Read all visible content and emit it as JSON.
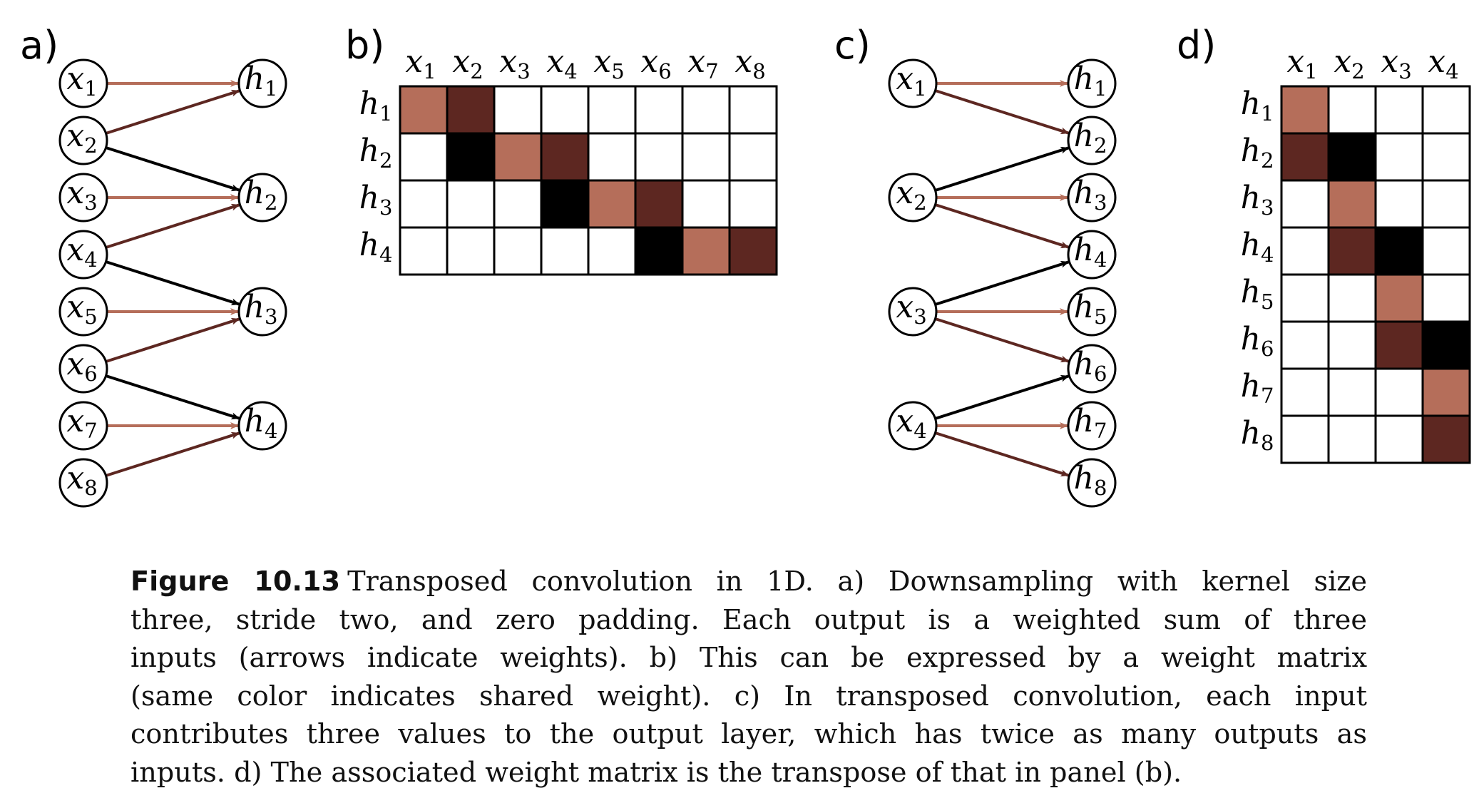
{
  "panels": {
    "a": "a)",
    "b": "b)",
    "c": "c)",
    "d": "d)"
  },
  "colors": {
    "light": "#b56e5a",
    "medium": "#5d2721",
    "dark": "#000000",
    "empty": "#ffffff"
  },
  "panel_a": {
    "inputs": [
      "x1",
      "x2",
      "x3",
      "x4",
      "x5",
      "x6",
      "x7",
      "x8"
    ],
    "outputs": [
      "h1",
      "h2",
      "h3",
      "h4"
    ],
    "edges": [
      {
        "from": 0,
        "to": 0,
        "w": "light"
      },
      {
        "from": 1,
        "to": 0,
        "w": "medium"
      },
      {
        "from": 1,
        "to": 1,
        "w": "dark"
      },
      {
        "from": 2,
        "to": 1,
        "w": "light"
      },
      {
        "from": 3,
        "to": 1,
        "w": "medium"
      },
      {
        "from": 3,
        "to": 2,
        "w": "dark"
      },
      {
        "from": 4,
        "to": 2,
        "w": "light"
      },
      {
        "from": 5,
        "to": 2,
        "w": "medium"
      },
      {
        "from": 5,
        "to": 3,
        "w": "dark"
      },
      {
        "from": 6,
        "to": 3,
        "w": "light"
      },
      {
        "from": 7,
        "to": 3,
        "w": "medium"
      }
    ]
  },
  "panel_b": {
    "cols": [
      "x1",
      "x2",
      "x3",
      "x4",
      "x5",
      "x6",
      "x7",
      "x8"
    ],
    "rows": [
      "h1",
      "h2",
      "h3",
      "h4"
    ],
    "matrix": [
      [
        "light",
        "medium",
        "",
        "",
        "",
        "",
        "",
        ""
      ],
      [
        "",
        "dark",
        "light",
        "medium",
        "",
        "",
        "",
        ""
      ],
      [
        "",
        "",
        "",
        "dark",
        "light",
        "medium",
        "",
        ""
      ],
      [
        "",
        "",
        "",
        "",
        "",
        "dark",
        "light",
        "medium"
      ]
    ]
  },
  "panel_c": {
    "inputs": [
      "x1",
      "x2",
      "x3",
      "x4"
    ],
    "outputs": [
      "h1",
      "h2",
      "h3",
      "h4",
      "h5",
      "h6",
      "h7",
      "h8"
    ],
    "edges": [
      {
        "from": 0,
        "to": 0,
        "w": "light"
      },
      {
        "from": 0,
        "to": 1,
        "w": "medium"
      },
      {
        "from": 1,
        "to": 1,
        "w": "dark"
      },
      {
        "from": 1,
        "to": 2,
        "w": "light"
      },
      {
        "from": 1,
        "to": 3,
        "w": "medium"
      },
      {
        "from": 2,
        "to": 3,
        "w": "dark"
      },
      {
        "from": 2,
        "to": 4,
        "w": "light"
      },
      {
        "from": 2,
        "to": 5,
        "w": "medium"
      },
      {
        "from": 3,
        "to": 5,
        "w": "dark"
      },
      {
        "from": 3,
        "to": 6,
        "w": "light"
      },
      {
        "from": 3,
        "to": 7,
        "w": "medium"
      }
    ]
  },
  "panel_d": {
    "cols": [
      "x1",
      "x2",
      "x3",
      "x4"
    ],
    "rows": [
      "h1",
      "h2",
      "h3",
      "h4",
      "h5",
      "h6",
      "h7",
      "h8"
    ],
    "matrix": [
      [
        "light",
        "",
        "",
        ""
      ],
      [
        "medium",
        "dark",
        "",
        ""
      ],
      [
        "",
        "light",
        "",
        ""
      ],
      [
        "",
        "medium",
        "dark",
        ""
      ],
      [
        "",
        "",
        "light",
        ""
      ],
      [
        "",
        "",
        "medium",
        "dark"
      ],
      [
        "",
        "",
        "",
        "light"
      ],
      [
        "",
        "",
        "",
        "medium"
      ]
    ]
  },
  "caption": {
    "label": "Figure 10.13",
    "lines": [
      "Transposed convolution in 1D. a) Downsampling with kernel size",
      "three, stride two, and zero padding.  Each output is a weighted sum of three",
      "inputs (arrows indicate weights).  b) This can be expressed by a weight matrix",
      "(same color indicates shared weight).  c) In transposed convolution, each input",
      "contributes three values to the output layer, which has twice as many outputs as",
      "inputs.  d) The associated weight matrix is the transpose of that in panel (b)."
    ]
  }
}
